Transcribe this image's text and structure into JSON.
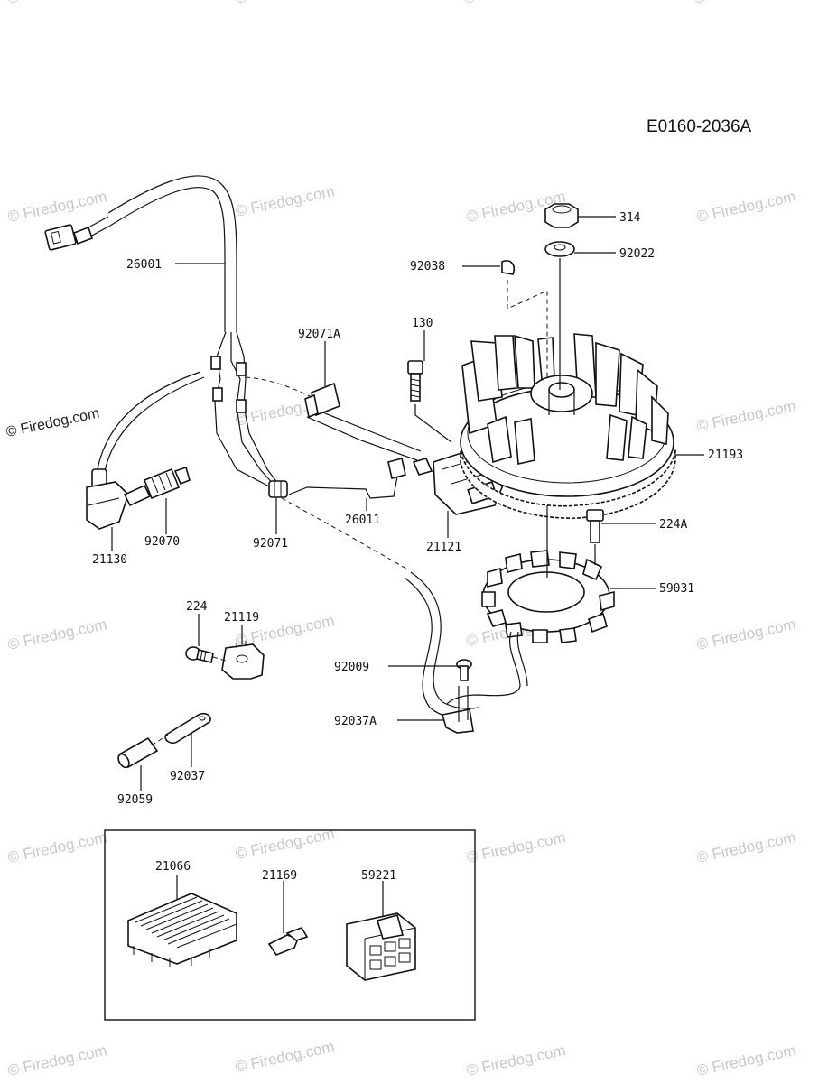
{
  "drawing_code": "E0160-2036A",
  "watermark": "© Firedog.com",
  "callouts": [
    {
      "id": "c-314",
      "label": "314"
    },
    {
      "id": "c-92022",
      "label": "92022"
    },
    {
      "id": "c-92038",
      "label": "92038"
    },
    {
      "id": "c-130",
      "label": "130"
    },
    {
      "id": "c-26001",
      "label": "26001"
    },
    {
      "id": "c-92071A",
      "label": "92071A"
    },
    {
      "id": "c-21193",
      "label": "21193"
    },
    {
      "id": "c-224A",
      "label": "224A"
    },
    {
      "id": "c-59031",
      "label": "59031"
    },
    {
      "id": "c-21130",
      "label": "21130"
    },
    {
      "id": "c-92070",
      "label": "92070"
    },
    {
      "id": "c-92071",
      "label": "92071"
    },
    {
      "id": "c-26011",
      "label": "26011"
    },
    {
      "id": "c-21121",
      "label": "21121"
    },
    {
      "id": "c-224",
      "label": "224"
    },
    {
      "id": "c-21119",
      "label": "21119"
    },
    {
      "id": "c-92009",
      "label": "92009"
    },
    {
      "id": "c-92037A",
      "label": "92037A"
    },
    {
      "id": "c-92037",
      "label": "92037"
    },
    {
      "id": "c-92059",
      "label": "92059"
    },
    {
      "id": "c-21066",
      "label": "21066"
    },
    {
      "id": "c-21169",
      "label": "21169"
    },
    {
      "id": "c-59221",
      "label": "59221"
    }
  ]
}
